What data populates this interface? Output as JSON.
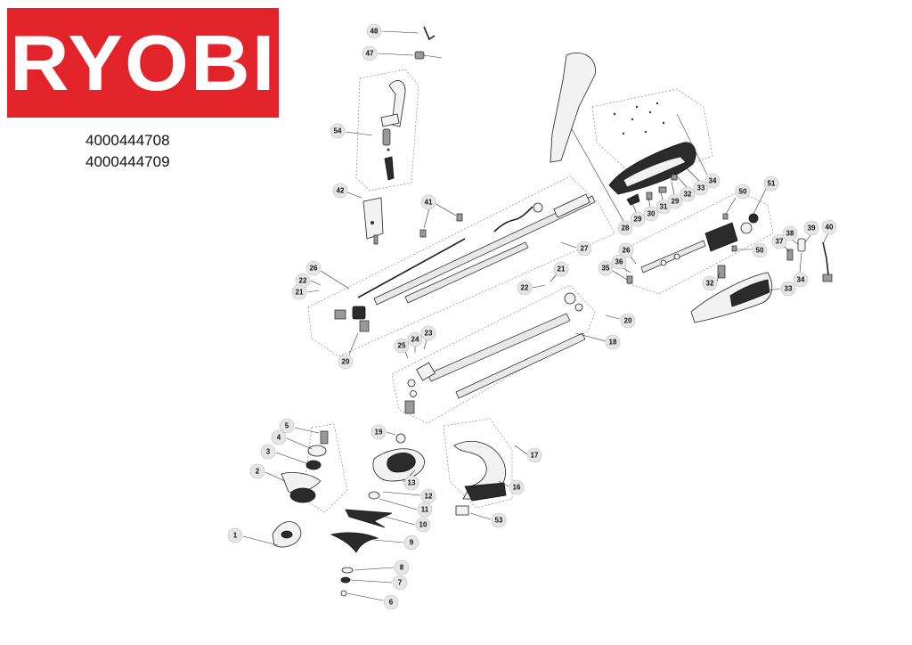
{
  "brand": {
    "logo_text": "RYOBI",
    "color": "#e3232a"
  },
  "models": [
    "4000444708",
    "4000444709"
  ],
  "callouts": [
    {
      "n": "48"
    },
    {
      "n": "47"
    },
    {
      "n": "54"
    },
    {
      "n": "42"
    },
    {
      "n": "41"
    },
    {
      "n": "26"
    },
    {
      "n": "22"
    },
    {
      "n": "21"
    },
    {
      "n": "20"
    },
    {
      "n": "27"
    },
    {
      "n": "28"
    },
    {
      "n": "29"
    },
    {
      "n": "30"
    },
    {
      "n": "31"
    },
    {
      "n": "29"
    },
    {
      "n": "32"
    },
    {
      "n": "33"
    },
    {
      "n": "34"
    },
    {
      "n": "50"
    },
    {
      "n": "51"
    },
    {
      "n": "50"
    },
    {
      "n": "37"
    },
    {
      "n": "38"
    },
    {
      "n": "39"
    },
    {
      "n": "40"
    },
    {
      "n": "34"
    },
    {
      "n": "26"
    },
    {
      "n": "36"
    },
    {
      "n": "35"
    },
    {
      "n": "21"
    },
    {
      "n": "22"
    },
    {
      "n": "32"
    },
    {
      "n": "33"
    },
    {
      "n": "20"
    },
    {
      "n": "25"
    },
    {
      "n": "24"
    },
    {
      "n": "23"
    },
    {
      "n": "18"
    },
    {
      "n": "19"
    },
    {
      "n": "17"
    },
    {
      "n": "16"
    },
    {
      "n": "13"
    },
    {
      "n": "12"
    },
    {
      "n": "11"
    },
    {
      "n": "10"
    },
    {
      "n": "53"
    },
    {
      "n": "5"
    },
    {
      "n": "4"
    },
    {
      "n": "3"
    },
    {
      "n": "2"
    },
    {
      "n": "1"
    },
    {
      "n": "9"
    },
    {
      "n": "8"
    },
    {
      "n": "7"
    },
    {
      "n": "6"
    }
  ]
}
